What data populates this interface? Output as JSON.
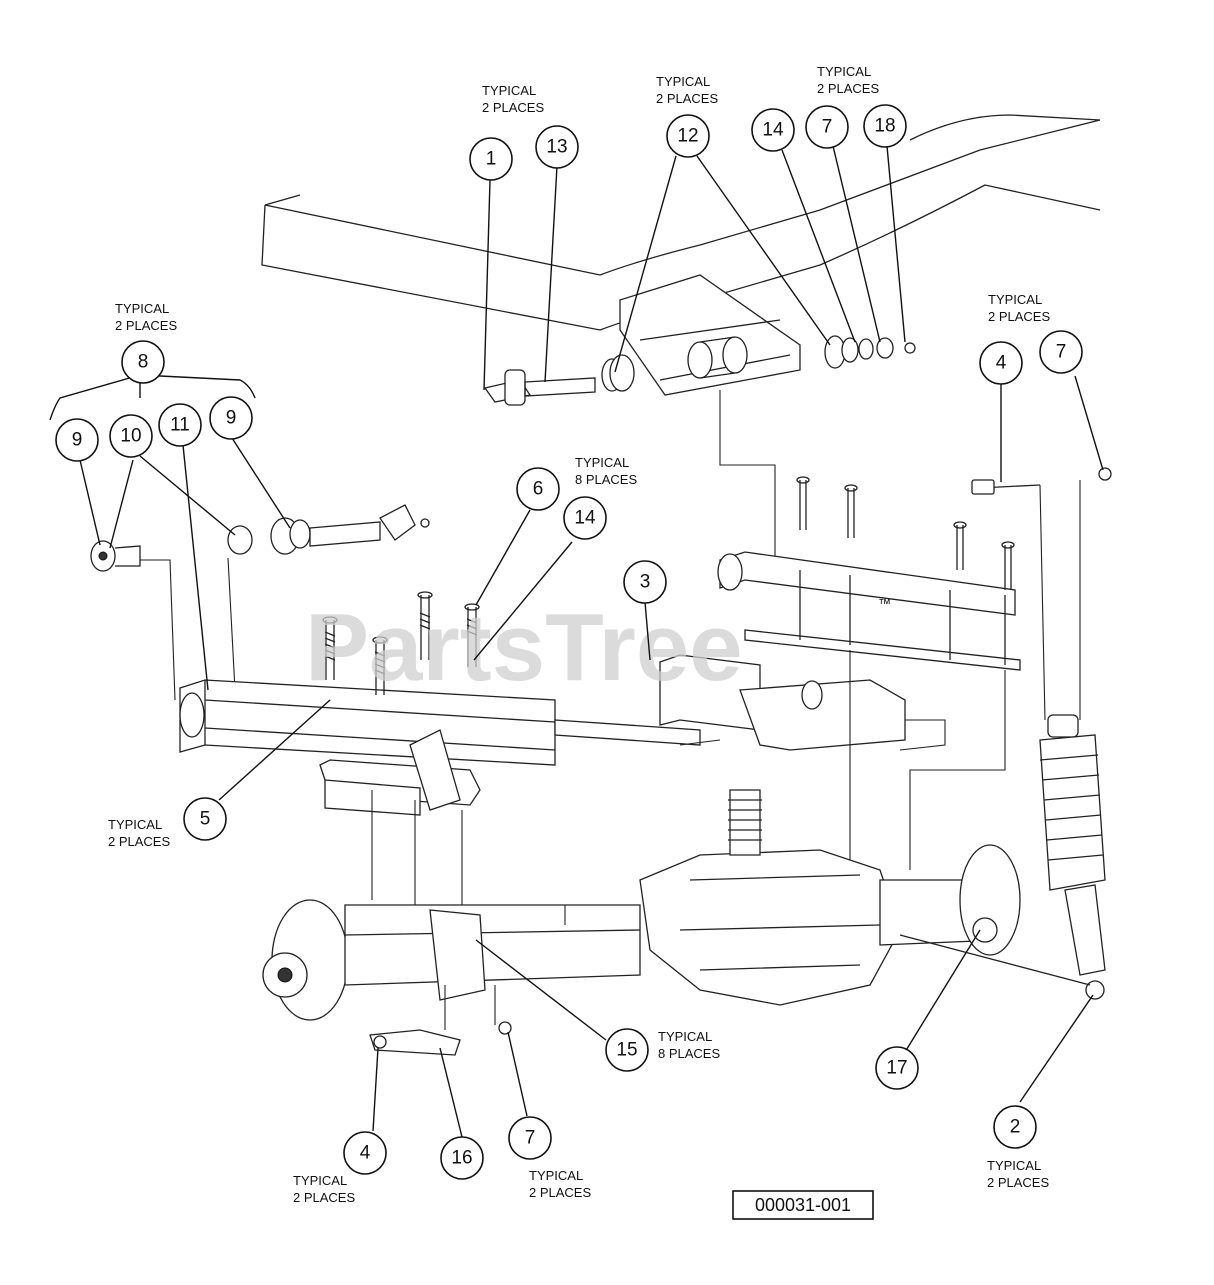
{
  "callouts": [
    "1",
    "13",
    "12",
    "14",
    "7",
    "18",
    "8",
    "9",
    "10",
    "11",
    "9",
    "6",
    "14",
    "3",
    "4",
    "7",
    "5",
    "15",
    "17",
    "4",
    "16",
    "7",
    "2"
  ],
  "notes": {
    "typical_2": [
      "TYPICAL",
      "2 PLACES"
    ],
    "typical_8": [
      "TYPICAL",
      "8 PLACES"
    ]
  },
  "watermark": "PartsTree",
  "watermark_tm": "™",
  "diagram_id": "000031-001"
}
